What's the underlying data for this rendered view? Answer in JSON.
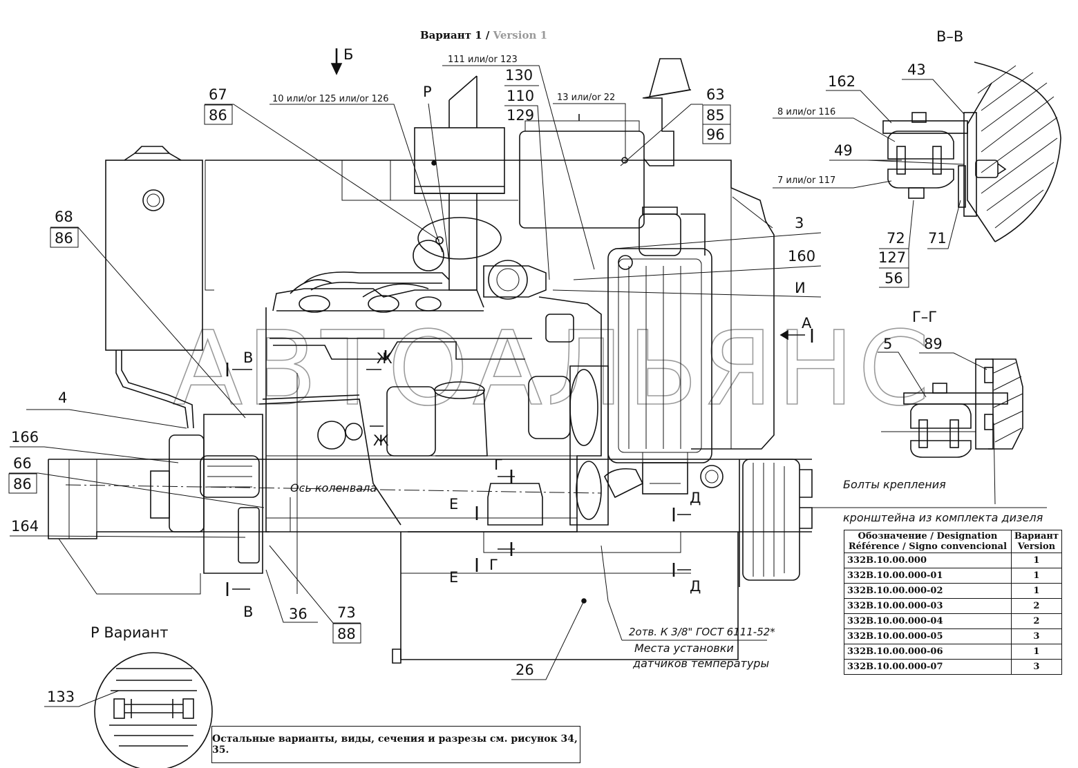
{
  "title": {
    "main": "Вариант 1",
    "sep": " / ",
    "alt": "Version 1"
  },
  "watermark": "АВТОАЛЬЯНС",
  "views": {
    "bb": "В–В",
    "gg": "Г–Г",
    "p_variant": "Р Вариант"
  },
  "callouts": {
    "c67": "67",
    "c86a": "86",
    "c68": "68",
    "c86b": "86",
    "c4": "4",
    "c166": "166",
    "c66": "66",
    "c86c": "86",
    "c164": "164",
    "c36": "36",
    "c73": "73",
    "c88": "88",
    "c26": "26",
    "c10": "10 или/or 125 или/or 126",
    "c111": "111 или/or 123",
    "c130": "130",
    "c110": "110",
    "c129": "129",
    "c13": "13 или/or 22",
    "c63": "63",
    "c85": "85",
    "c96": "96",
    "c3": "3",
    "c160": "160",
    "cI": "И",
    "c162": "162",
    "c43": "43",
    "c8": "8 или/or 116",
    "c49": "49",
    "c7": "7 или/or 117",
    "c72": "72",
    "c127": "127",
    "c56": "56",
    "c71": "71",
    "c5": "5",
    "c89": "89",
    "c133": "133",
    "cP": "Р"
  },
  "section_marks": {
    "b": "Б",
    "a": "А",
    "v1": "В",
    "v2": "В",
    "g1": "Г",
    "g2": "Г",
    "e1": "Е",
    "e2": "Е",
    "d1": "Д",
    "d2": "Д",
    "zh1": "Ж",
    "zh2": "Ж"
  },
  "notes": {
    "axis": "Ось коленвала",
    "bolts_1": "Болты крепления",
    "bolts_2": "кронштейна из комплекта дизеля",
    "holes_1": "2отв. К 3/8\" ГОСТ 6111-52*",
    "holes_2": "Места установки",
    "holes_3": "датчиков температуры"
  },
  "table": {
    "col1_l1": "Обозначение / Designation",
    "col1_l2": "Référence / Signo convencional",
    "col2_l1": "Вариант",
    "col2_l2": "Version",
    "rows": [
      {
        "code": "332B.10.00.000",
        "ver": "1"
      },
      {
        "code": "332B.10.00.000-01",
        "ver": "1"
      },
      {
        "code": "332B.10.00.000-02",
        "ver": "1"
      },
      {
        "code": "332B.10.00.000-03",
        "ver": "2"
      },
      {
        "code": "332B.10.00.000-04",
        "ver": "2"
      },
      {
        "code": "332B.10.00.000-05",
        "ver": "3"
      },
      {
        "code": "332B.10.00.000-06",
        "ver": "1"
      },
      {
        "code": "332B.10.00.000-07",
        "ver": "3"
      }
    ]
  },
  "footnote": "Остальные варианты, виды, сечения и разрезы см. рисунок 34, 35."
}
